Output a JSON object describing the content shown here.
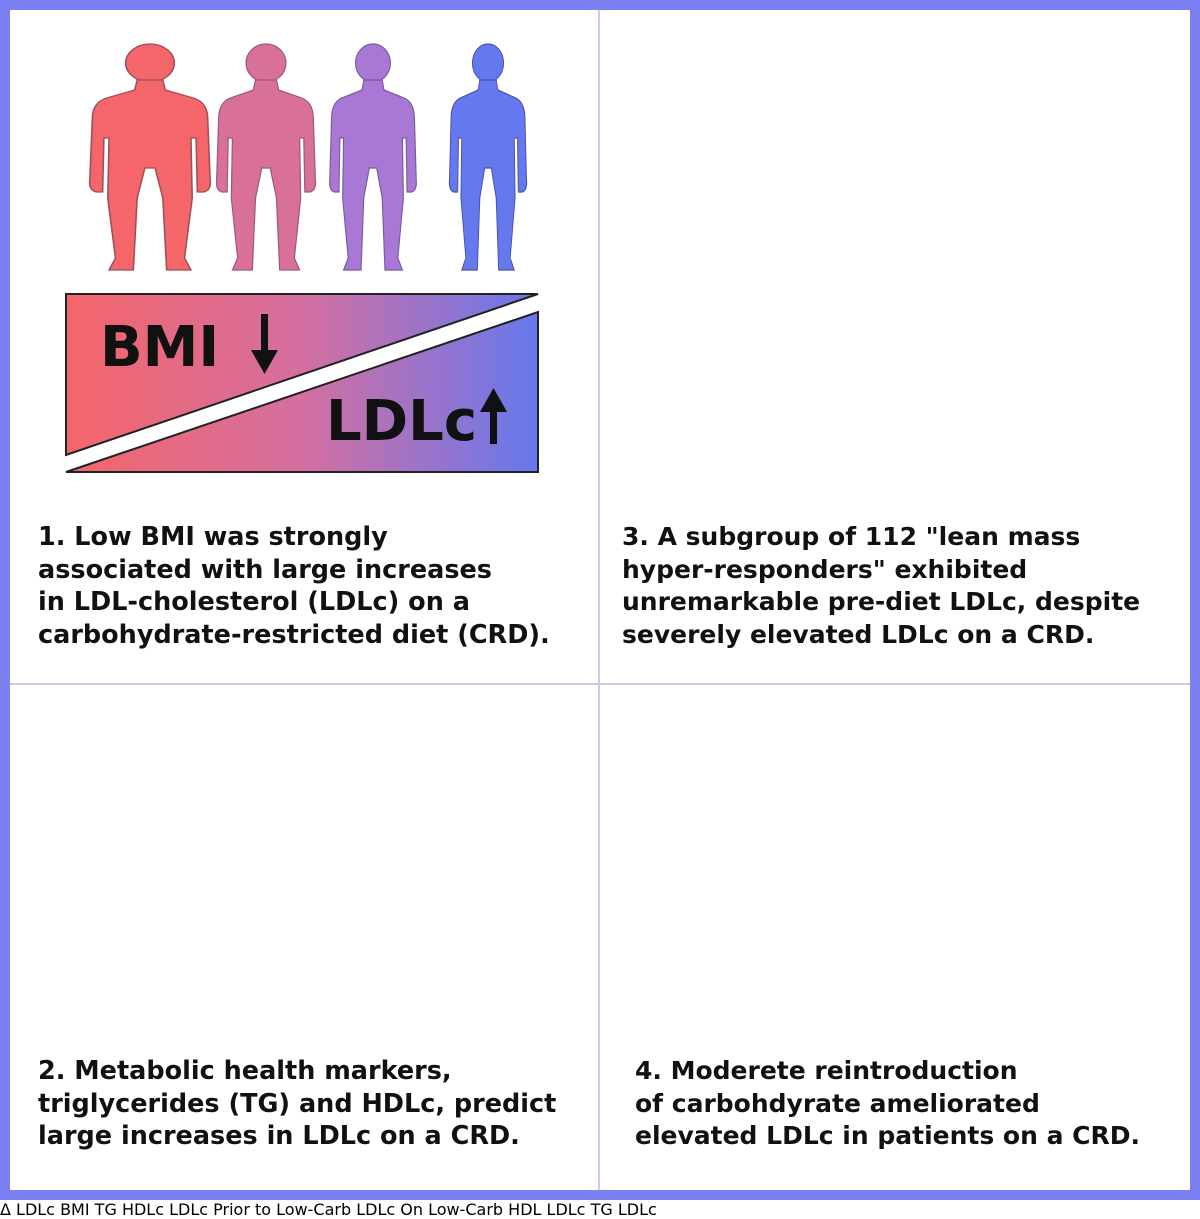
{
  "colors": {
    "frame": "#7b7ff0",
    "red": "#f4666a",
    "pink": "#d9709a",
    "purple": "#a878d4",
    "blue": "#6678ee",
    "hdl_circle": "#cdeab4",
    "ldl_circle": "#8fe2f8",
    "ldl_low_circle": "#29c8f1",
    "tg_circle": "#f5f8c8"
  },
  "panel1": {
    "bmi_label": "BMI",
    "ldlc_label": "LDLc",
    "caption": [
      "1. Low BMI was strongly",
      "associated with large increases",
      "in LDL-cholesterol (LDLc) on a",
      "carbohydrate-restricted diet (CRD)."
    ]
  },
  "panel2": {
    "y_axis_label": "Δ LDLc",
    "x_axis_label": "BMI",
    "ratio_numerator": "TG",
    "ratio_denominator": "HDLc",
    "caption": [
      "2. Metabolic health markers,",
      "triglycerides (TG) and HDLc, predict",
      "large increases in LDLc on a CRD."
    ]
  },
  "panel3": {
    "before_title": "LDLc",
    "before_sub": "Prior to Low-Carb",
    "after_title": "LDLc",
    "after_sub": "On Low-Carb",
    "caption": [
      "3. A subgroup of 112 \"lean mass",
      "hyper-responders\" exhibited",
      "unremarkable pre-diet LDLc, despite",
      "severely elevated LDLc on a CRD."
    ]
  },
  "panel4": {
    "hdl_label": "HDL",
    "ldlc_label": "LDLc",
    "tg_label": "TG",
    "ldlc_low_label": "LDLc",
    "caption": [
      "4. Moderete reintroduction",
      "of carbohdyrate ameliorated",
      "elevated LDLc in patients on a CRD."
    ]
  }
}
